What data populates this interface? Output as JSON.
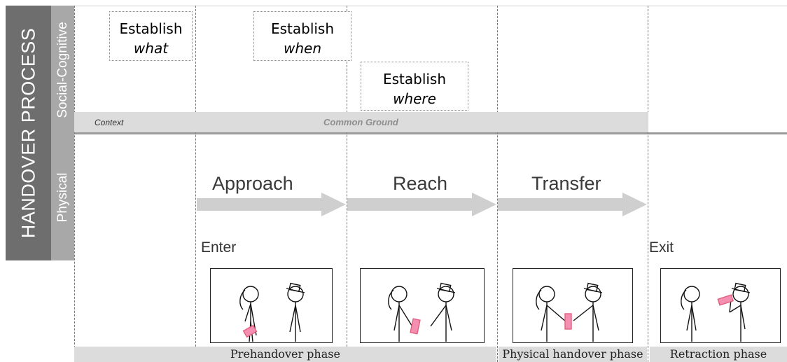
{
  "side": {
    "main_label": "HANDOVER PROCESS",
    "lane_social": "Social-Cognitive",
    "lane_physical": "Physical"
  },
  "social": {
    "establish_what": {
      "line1": "Establish",
      "line2": "what"
    },
    "establish_when": {
      "line1": "Establish",
      "line2": "when"
    },
    "establish_where": {
      "line1": "Establish",
      "line2": "where"
    },
    "context_label": "Context",
    "common_ground_label": "Common Ground"
  },
  "physical": {
    "stages": [
      "Approach",
      "Reach",
      "Transfer"
    ],
    "enter_label": "Enter",
    "exit_label": "Exit"
  },
  "phases": [
    "Prehandover phase",
    "Physical handover phase",
    "Retraction phase"
  ],
  "colors": {
    "sidebar_dark": "#6e6e6e",
    "sidebar_light": "#a8a8a8",
    "arrow_gray": "#cfcfcf",
    "band_gray": "#dcdcdc",
    "object_pink": "#f48fb1"
  }
}
